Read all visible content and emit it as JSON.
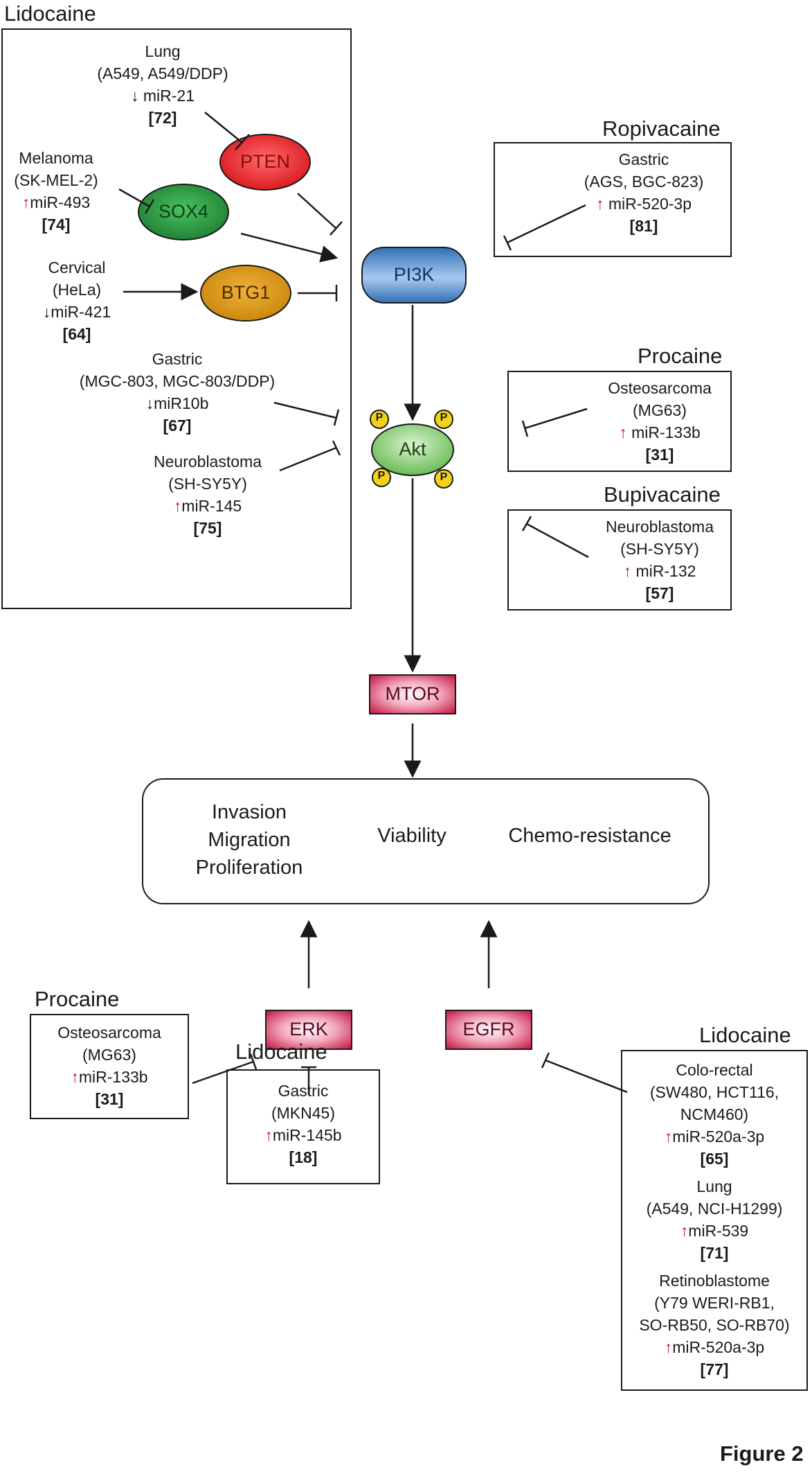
{
  "figure_label": "Figure 2",
  "colors": {
    "pten": "#e01b22",
    "sox4": "#1f8a3a",
    "btg1": "#d6900c",
    "pi3k": "#2d6fb8",
    "akt": "#6fc35a",
    "phospho": "#f2d21a",
    "kinase_box": "#c8164a",
    "up_arrow": "#c8102e"
  },
  "nodes": {
    "pten": "PTEN",
    "sox4": "SOX4",
    "btg1": "BTG1",
    "pi3k": "PI3K",
    "akt": "Akt",
    "phospho": "P",
    "mtor": "MTOR",
    "erk": "ERK",
    "egfr": "EGFR"
  },
  "outcomes": {
    "col1": [
      "Invasion",
      "Migration",
      "Proliferation"
    ],
    "col2": "Viability",
    "col3": "Chemo-resistance"
  },
  "arrow_glyphs": {
    "up": "↑",
    "down": "↓"
  },
  "panels": {
    "lidocaine_top": {
      "drug": "Lidocaine",
      "entries": [
        {
          "cancer": "Lung",
          "cells": [
            "(A549, A549/DDP)"
          ],
          "direction": "down",
          "mirna": "miR-21",
          "ref": "[72]"
        },
        {
          "cancer": "Melanoma",
          "cells": [
            "(SK-MEL-2)"
          ],
          "direction": "up",
          "mirna": "miR-493",
          "ref": "[74]"
        },
        {
          "cancer": "Cervical",
          "cells": [
            "(HeLa)"
          ],
          "direction": "down",
          "mirna": "miR-421",
          "ref": "[64]"
        },
        {
          "cancer": "Gastric",
          "cells": [
            "(MGC-803, MGC-803/DDP)"
          ],
          "direction": "down",
          "mirna": "miR10b",
          "ref": "[67]"
        },
        {
          "cancer": "Neuroblastoma",
          "cells": [
            "(SH-SY5Y)"
          ],
          "direction": "up",
          "mirna": "miR-145",
          "ref": "[75]"
        }
      ]
    },
    "ropivacaine": {
      "drug": "Ropivacaine",
      "entries": [
        {
          "cancer": "Gastric",
          "cells": [
            "(AGS, BGC-823)"
          ],
          "direction": "up",
          "mirna": "miR-520-3p",
          "ref": "[81]"
        }
      ]
    },
    "procaine_top": {
      "drug": "Procaine",
      "entries": [
        {
          "cancer": "Osteosarcoma",
          "cells": [
            "(MG63)"
          ],
          "direction": "up",
          "mirna": "miR-133b",
          "ref": "[31]"
        }
      ]
    },
    "bupivacaine": {
      "drug": "Bupivacaine",
      "entries": [
        {
          "cancer": "Neuroblastoma",
          "cells": [
            "(SH-SY5Y)"
          ],
          "direction": "up",
          "mirna": "miR-132",
          "ref": "[57]"
        }
      ]
    },
    "procaine_bottom": {
      "drug": "Procaine",
      "entries": [
        {
          "cancer": "Osteosarcoma",
          "cells": [
            "(MG63)"
          ],
          "direction": "up",
          "mirna": "miR-133b",
          "ref": "[31]"
        }
      ]
    },
    "lidocaine_erk": {
      "drug": "Lidocaine",
      "entries": [
        {
          "cancer": "Gastric",
          "cells": [
            "(MKN45)"
          ],
          "direction": "up",
          "mirna": "miR-145b",
          "ref": "[18]"
        }
      ]
    },
    "lidocaine_egfr": {
      "drug": "Lidocaine",
      "entries": [
        {
          "cancer": "Colo-rectal",
          "cells": [
            "(SW480, HCT116,",
            "NCM460)"
          ],
          "direction": "up",
          "mirna": "miR-520a-3p",
          "ref": "[65]"
        },
        {
          "cancer": "Lung",
          "cells": [
            "(A549, NCI-H1299)"
          ],
          "direction": "up",
          "mirna": "miR-539",
          "ref": "[71]"
        },
        {
          "cancer": "Retinoblastome",
          "cells": [
            "(Y79 WERI-RB1,",
            "SO-RB50, SO-RB70)"
          ],
          "direction": "up",
          "mirna": "miR-520a-3p",
          "ref": "[77]"
        }
      ]
    }
  }
}
